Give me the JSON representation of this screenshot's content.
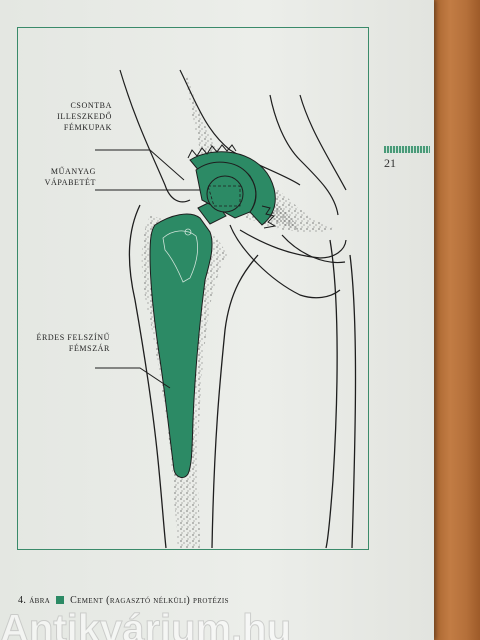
{
  "labels": {
    "cup_line1": "CSONTBA",
    "cup_line2": "ILLESZKEDŐ",
    "cup_line3": "FÉMKUPAK",
    "liner_line1": "MŰANYAG",
    "liner_line2": "VÁPABETÉT",
    "stem_line1": "ÉRDES FELSZÍNŰ",
    "stem_line2": "FÉMSZÁR"
  },
  "page_number": "21",
  "caption": {
    "figure": "4. ábra",
    "title": "Cement (ragasztó nélküli) protézis"
  },
  "watermark": "Antikvárium.hu",
  "colors": {
    "implant": "#2c8a65",
    "frame": "#3a8a6a",
    "line": "#1e1e1e"
  }
}
